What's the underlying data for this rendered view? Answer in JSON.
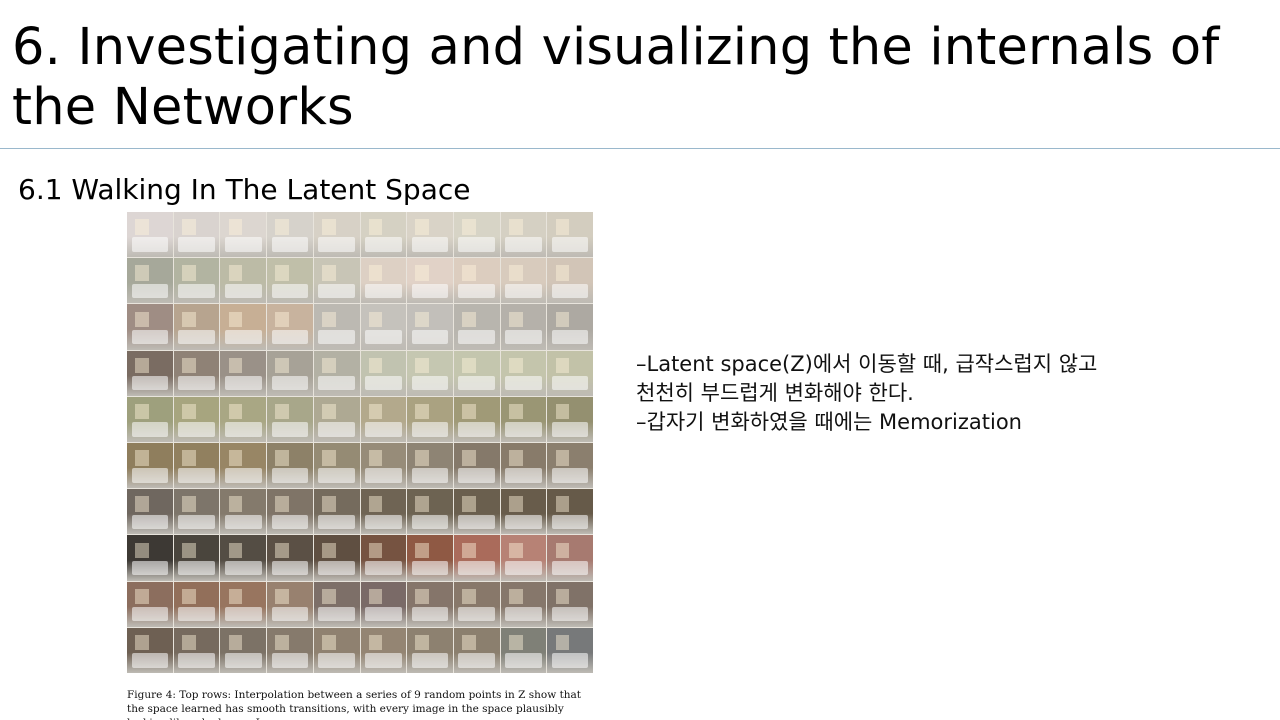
{
  "slide": {
    "title": "6. Investigating and visualizing the internals of the Networks",
    "subtitle": "6.1 Walking In The Latent Space",
    "figure": {
      "rows": 10,
      "cols": 10,
      "palette": [
        [
          "#ddd6d4",
          "#d9d3cf",
          "#dcd6d0",
          "#d6d2cb",
          "#d7d1c6",
          "#d5d1c3",
          "#d9d3c7",
          "#d7d4c6",
          "#d5d0c3",
          "#d3cdbf"
        ],
        [
          "#a6a89a",
          "#b2b4a1",
          "#bcbba6",
          "#c0bfa9",
          "#c8c5b6",
          "#ddd0c4",
          "#e1d2c7",
          "#dccdbf",
          "#d8cbbd",
          "#d2c5b7"
        ],
        [
          "#9f8d84",
          "#b7a48f",
          "#c7af95",
          "#c8b39e",
          "#bcb9b2",
          "#c5c2bc",
          "#c2bfba",
          "#b8b5ae",
          "#b5b1aa",
          "#ada9a2"
        ],
        [
          "#7a6c62",
          "#8f8276",
          "#9a9188",
          "#a7a297",
          "#b3b1a4",
          "#c1c3b0",
          "#c5c7b1",
          "#c4c6ae",
          "#c4c5ac",
          "#c2c2a8"
        ],
        [
          "#9ea07d",
          "#a7a57f",
          "#a9a784",
          "#a8a78a",
          "#aea993",
          "#b3a98c",
          "#aaa281",
          "#a09a77",
          "#9a9674",
          "#949070"
        ],
        [
          "#8f7e5d",
          "#91805f",
          "#988665",
          "#8d8168",
          "#958b74",
          "#978c79",
          "#8e8474",
          "#85796a",
          "#887b6a",
          "#8b7f6e"
        ],
        [
          "#6f675f",
          "#7d756a",
          "#847a6c",
          "#7f7467",
          "#756b5d",
          "#6f6454",
          "#6d6352",
          "#6a5f4e",
          "#685c4b",
          "#665a49"
        ],
        [
          "#3d3934",
          "#4a453d",
          "#544d44",
          "#5b5045",
          "#5f4f41",
          "#765341",
          "#8f5944",
          "#aa6b5b",
          "#b78275",
          "#a77a70"
        ],
        [
          "#8c6e5e",
          "#926f5a",
          "#98755f",
          "#98816f",
          "#7d6f68",
          "#7a6a67",
          "#85756a",
          "#88786a",
          "#86776b",
          "#807268"
        ],
        [
          "#6e6053",
          "#766a5e",
          "#7c7266",
          "#867a6c",
          "#8f8170",
          "#948573",
          "#8d8170",
          "#8b7f6e",
          "#7f8077",
          "#77797a"
        ]
      ]
    },
    "caption": "Figure 4: Top rows: Interpolation between a series of 9 random points in Z show that the space learned has smooth transitions, with every image in the space plausibly looking like a bedroom. In",
    "notes": [
      "–Latent space(Z)에서 이동할 때, 급작스럽지 않고",
      "천천히 부드럽게 변화해야 한다.",
      "–갑자기 변화하였을 때에는 Memorization"
    ],
    "rule_color": "#9ab8cc"
  }
}
